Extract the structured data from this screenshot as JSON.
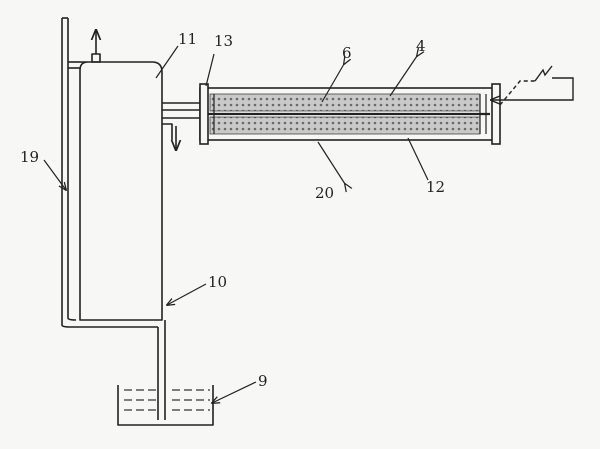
{
  "labels": {
    "l11": "11",
    "l13": "13",
    "l6": "6",
    "l4": "4",
    "l19": "19",
    "l20": "20",
    "l12": "12",
    "l10": "10",
    "l9": "9"
  },
  "colors": {
    "ink": "#222222",
    "background": "#f7f7f5",
    "packing": "#9a9a9a"
  }
}
